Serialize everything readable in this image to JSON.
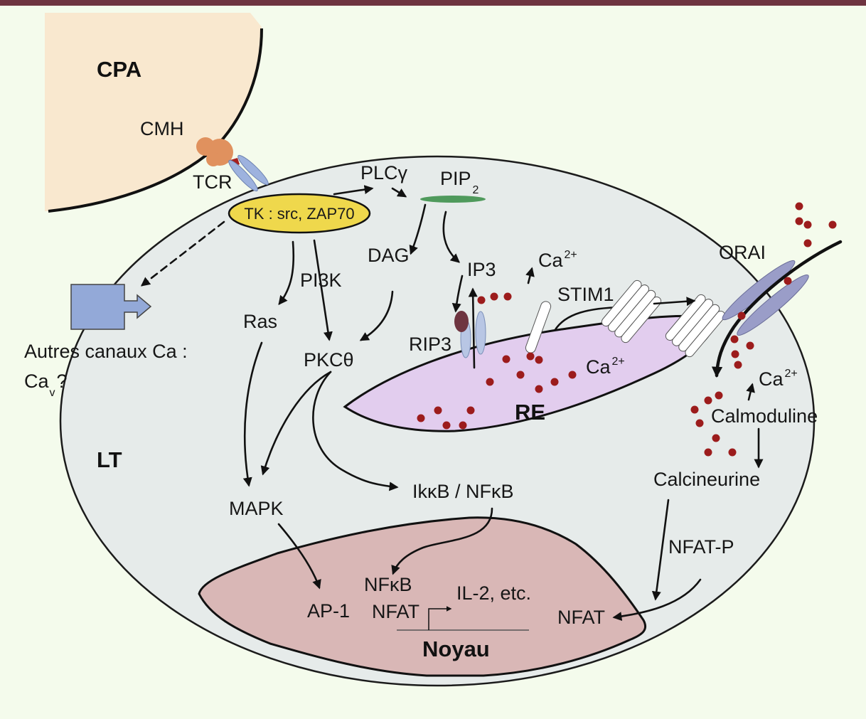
{
  "colors": {
    "header_bar": "#6e3440",
    "background": "#f4fbec",
    "apc_fill": "#f9e8cf",
    "cell_fill": "#e6ebea",
    "er_fill": "#e2cdee",
    "nucleus_fill": "#d9b7b6",
    "tk_fill": "#efd84c",
    "pip2_fill": "#4f9a5c",
    "tcr_fill": "#9db2de",
    "mhc_fill": "#e0915e",
    "orai_fill": "#9a9dc8",
    "rip3_fill": "#6e3440",
    "rip3_channel_fill": "#b8c6e4",
    "other_channel_fill": "#93a9d8",
    "stim1_fill": "#ffffff",
    "calcium": "#9c1c1c"
  },
  "compartments": {
    "apc": "CPA",
    "t_cell": "LT",
    "er": "RE",
    "nucleus": "Noyau"
  },
  "receptors": {
    "mhc": "CMH",
    "tcr": "TCR",
    "orai": "ORAI",
    "stim1": "STIM1",
    "rip3": "RIP3",
    "other_channels": "Autres canaux Ca :",
    "cav_base": "Ca",
    "cav_sub": "v",
    "cav_suffix": "?"
  },
  "signaling": {
    "tk": "TK : src, ZAP70",
    "plc": "PLCγ",
    "pip": "PIP",
    "pip_sub": "2",
    "dag": "DAG",
    "ip3": "IP3",
    "pi3k": "PI3K",
    "ras": "Ras",
    "pkc": "PKCθ",
    "mapk": "MAPK",
    "ikb_nfkb": "IkκB / NFκB",
    "calmodulin": "Calmoduline",
    "calcineurin": "Calcineurine",
    "nfat_p": "NFAT-P"
  },
  "calcium": {
    "base": "Ca",
    "charge": "2+"
  },
  "nucleus": {
    "nfkb": "NFκB",
    "ap1": "AP-1",
    "nfat": "NFAT",
    "target_genes": "IL-2, etc.",
    "nfat_incoming": "NFAT"
  }
}
